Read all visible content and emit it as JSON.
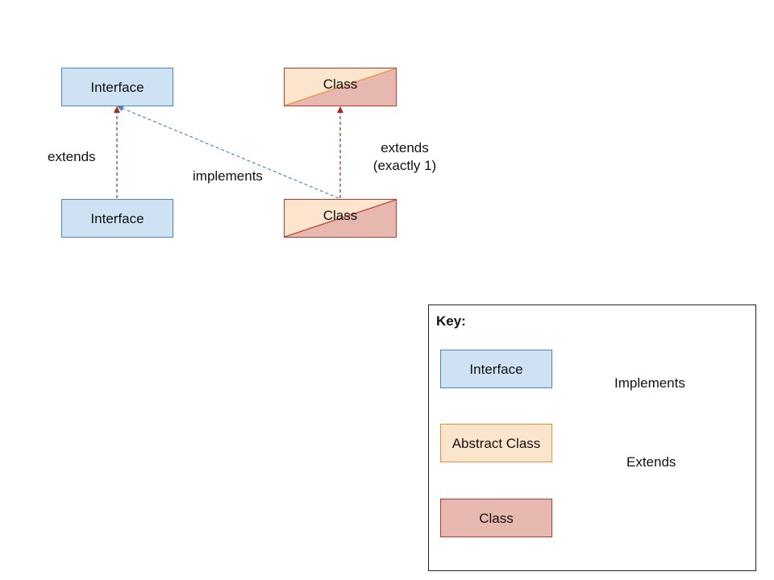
{
  "diagram": {
    "nodes": {
      "top_interface": "Interface",
      "bottom_interface": "Interface",
      "top_class": "Class",
      "bottom_class": "Class"
    },
    "edges": {
      "interface_extends": "extends",
      "class_implements": "implements",
      "class_extends_line1": "extends",
      "class_extends_line2": "(exactly 1)"
    }
  },
  "key": {
    "title": "Key:",
    "interface": "Interface",
    "abstract_class": "Abstract Class",
    "class": "Class",
    "implements": "Implements",
    "extends": "Extends"
  },
  "colors": {
    "interface_fill": "#cfe2f3",
    "interface_border": "#4a86c5",
    "abstract_fill": "#fce5cd",
    "abstract_border": "#e69138",
    "class_fill": "#e6b8af",
    "class_border": "#b53a2a",
    "implements_line": "#4a86c5",
    "extends_line": "#a52a1a"
  }
}
